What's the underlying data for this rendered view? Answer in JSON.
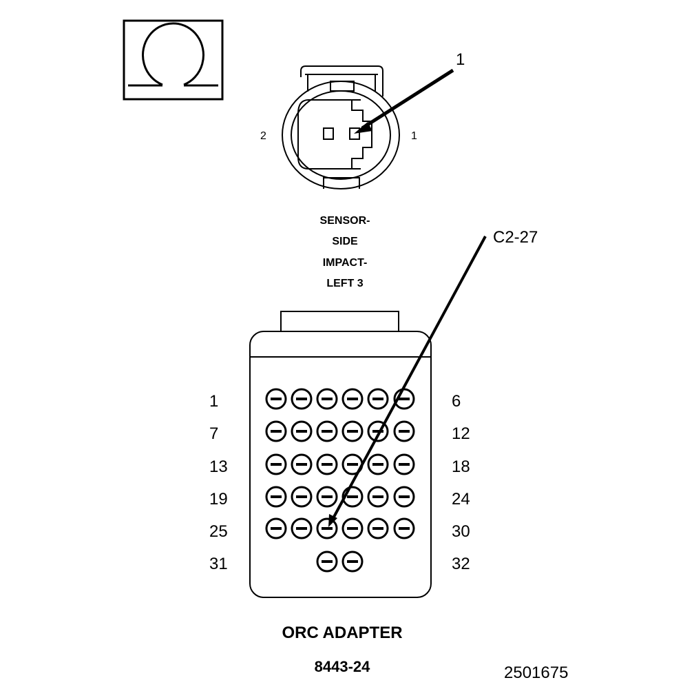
{
  "ohm_symbol": {
    "glyph": "Ω",
    "icon": "ohmmeter-icon"
  },
  "sensor_connector": {
    "callout": "1",
    "pin_left": "2",
    "pin_right": "1",
    "name_lines": [
      "SENSOR-",
      "SIDE",
      "IMPACT-",
      "LEFT 3"
    ]
  },
  "adapter": {
    "callout": "C2-27",
    "row_labels_left": [
      "1",
      "7",
      "13",
      "19",
      "25",
      "31"
    ],
    "row_labels_right": [
      "6",
      "12",
      "18",
      "24",
      "30",
      "32"
    ],
    "row_cavity_counts": [
      6,
      6,
      6,
      6,
      6,
      2
    ],
    "highlighted_cavity": 27,
    "name": "ORC ADAPTER",
    "tool_number": "8443-24"
  },
  "figure_number": "2501675"
}
